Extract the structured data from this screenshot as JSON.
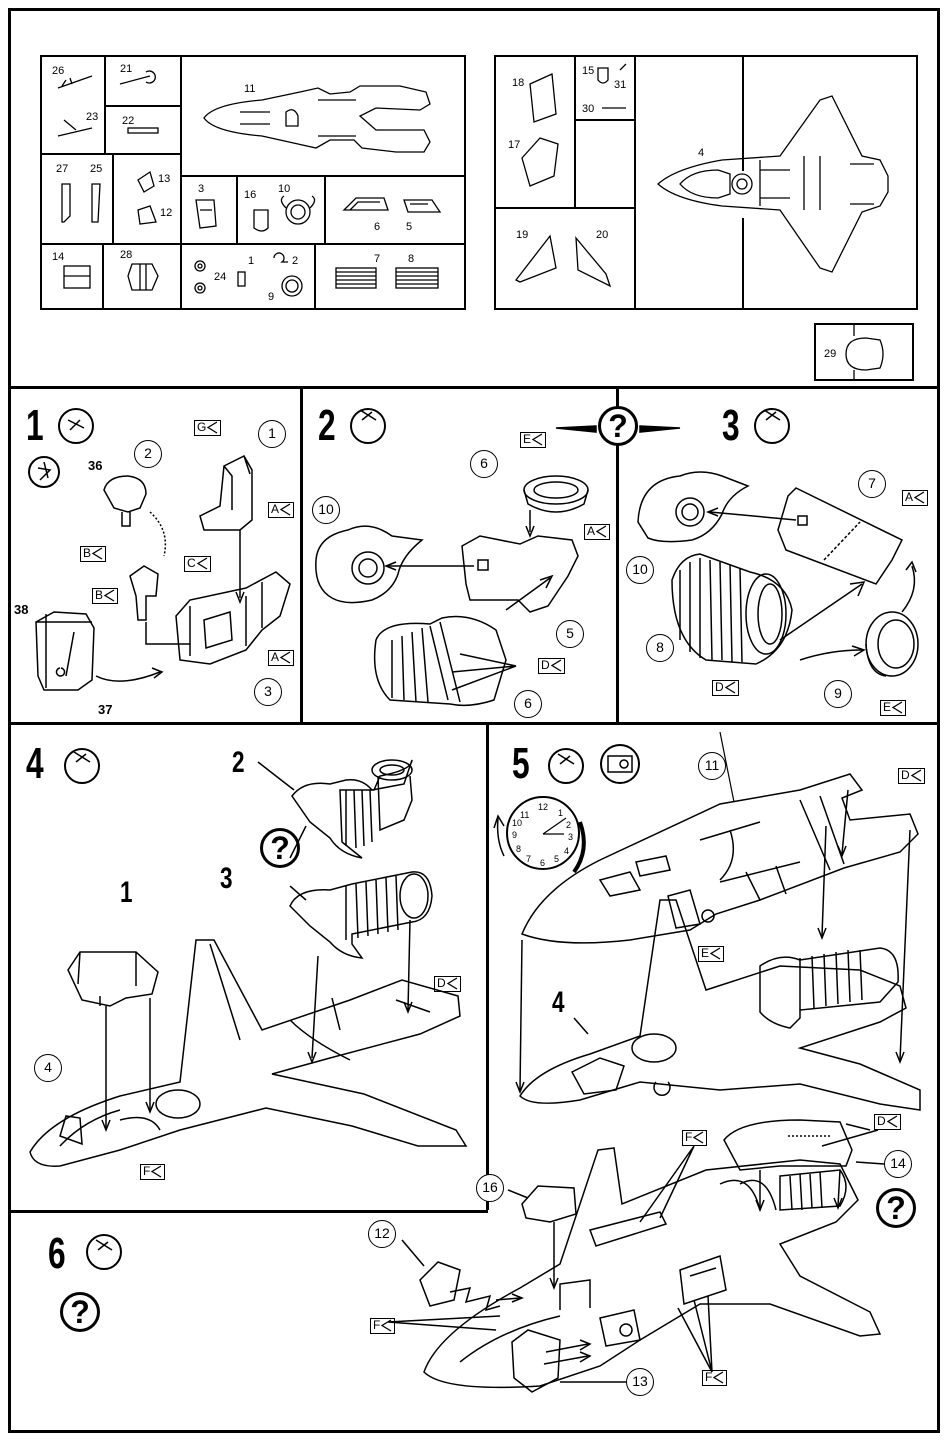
{
  "sprue": {
    "left_parts": [
      "26",
      "21",
      "23",
      "22",
      "11",
      "27",
      "25",
      "13",
      "12",
      "3",
      "16",
      "10",
      "6",
      "5",
      "14",
      "28",
      "24",
      "1",
      "2",
      "9",
      "7",
      "8"
    ],
    "right_parts": [
      "18",
      "15",
      "31",
      "30",
      "17",
      "4",
      "19",
      "20",
      "29"
    ]
  },
  "steps": {
    "s1": {
      "num": "1",
      "labels": [
        "2",
        "36",
        "1",
        "38",
        "37",
        "3"
      ],
      "flags": [
        "G",
        "A",
        "C",
        "B",
        "B",
        "A"
      ]
    },
    "s2": {
      "num": "2",
      "labels": [
        "6",
        "10",
        "5",
        "6"
      ],
      "flags": [
        "E",
        "A",
        "D"
      ]
    },
    "s3": {
      "num": "3",
      "labels": [
        "7",
        "10",
        "8",
        "9"
      ],
      "flags": [
        "A",
        "D",
        "E"
      ]
    },
    "s4": {
      "num": "4",
      "labels": [
        "2",
        "3",
        "1",
        "4"
      ],
      "flags": [
        "D",
        "F"
      ]
    },
    "s5": {
      "num": "5",
      "labels": [
        "11",
        "4"
      ],
      "flags": [
        "D",
        "E"
      ],
      "clock": [
        "11",
        "12",
        "1",
        "2",
        "3",
        "4",
        "5",
        "6",
        "7",
        "8",
        "9",
        "10"
      ]
    },
    "s6": {
      "num": "6",
      "labels": [
        "16",
        "12",
        "14",
        "13"
      ],
      "flags": [
        "F",
        "D",
        "F",
        "F"
      ]
    }
  },
  "question_mark": "?"
}
